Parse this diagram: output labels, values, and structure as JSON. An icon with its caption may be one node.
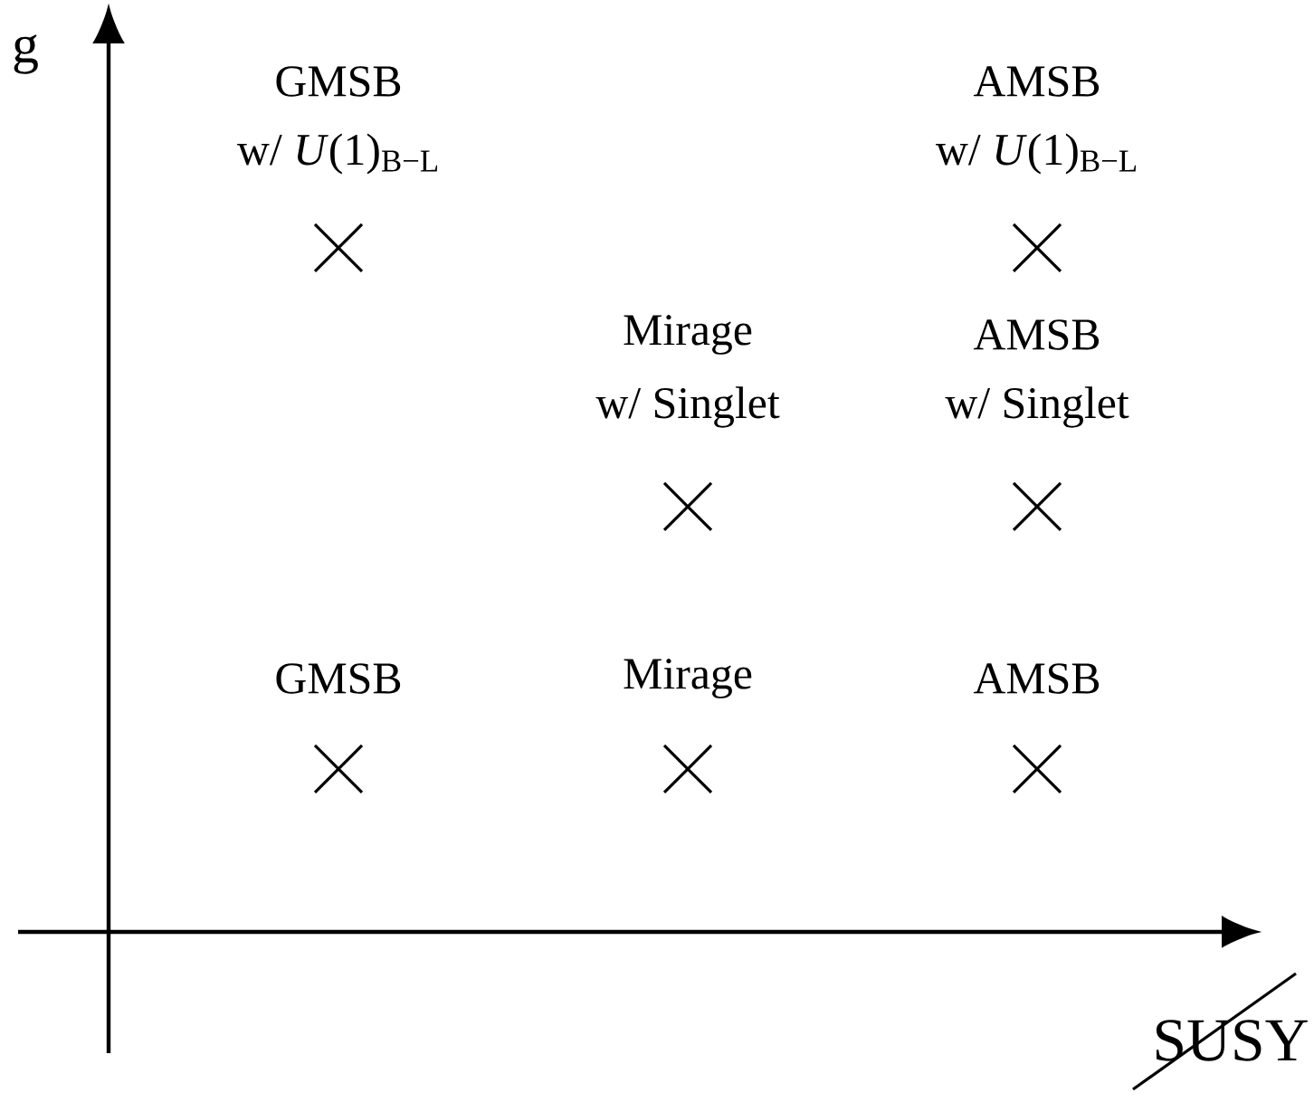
{
  "diagram": {
    "labels": [
      "g",
      "GMSB",
      "AMSB",
      "w/ *U*(1)$_{B−L}$",
      "w/ *U*(1)$_{B−L}$",
      "Mirage",
      "AMSB",
      "w/ Singlet",
      "w/ Singlet",
      "GMSB",
      "Mirage",
      "AMSB",
      "SUSY"
    ]
  }
}
